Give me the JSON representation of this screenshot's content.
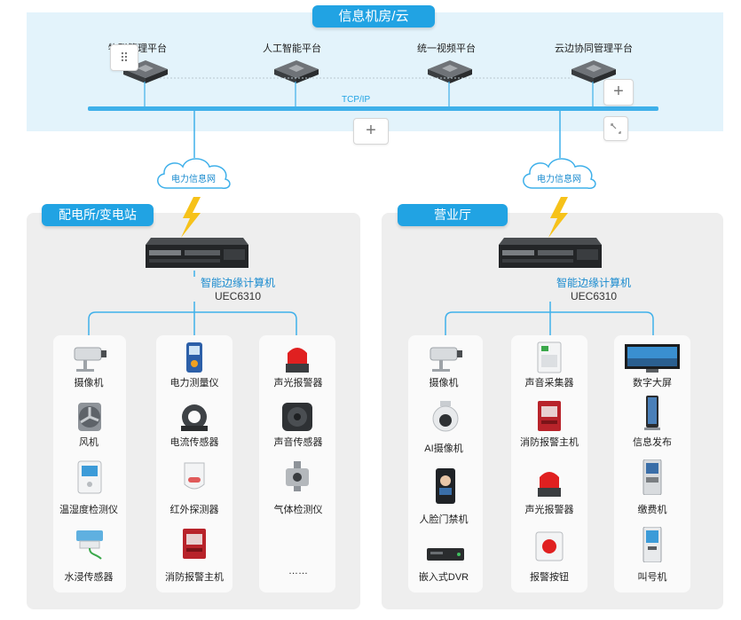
{
  "header": {
    "title": "信息机房/云"
  },
  "platforms": [
    {
      "label": "物联管理平台"
    },
    {
      "label": "人工智能平台"
    },
    {
      "label": "统一视频平台"
    },
    {
      "label": "云边协同管理平台"
    }
  ],
  "network": {
    "protocol": "TCP/IP",
    "cloud_left": "电力信息网",
    "cloud_right": "电力信息网"
  },
  "sections": {
    "left": {
      "title": "配电所/变电站",
      "edge_name": "智能边缘计算机",
      "edge_model": "UEC6310",
      "columns": [
        [
          "摄像机",
          "风机",
          "温湿度检测仪",
          "水浸传感器"
        ],
        [
          "电力测量仪",
          "电流传感器",
          "红外探测器",
          "消防报警主机"
        ],
        [
          "声光报警器",
          "声音传感器",
          "气体检测仪",
          "……"
        ]
      ]
    },
    "right": {
      "title": "营业厅",
      "edge_name": "智能边缘计算机",
      "edge_model": "UEC6310",
      "columns": [
        [
          "摄像机",
          "AI摄像机",
          "人脸门禁机",
          "嵌入式DVR"
        ],
        [
          "声音采集器",
          "消防报警主机",
          "声光报警器",
          "报警按钮"
        ],
        [
          "数字大屏",
          "信息发布",
          "缴费机",
          "叫号机"
        ]
      ]
    }
  },
  "toolbar": {
    "add_symbol": "+",
    "drag_symbol": "⠿"
  },
  "colors": {
    "accent": "#21a3e3",
    "line": "#3fb0ea",
    "band": "#e3f3fb",
    "panel": "#eeeeee",
    "bolt": "#f6c21a"
  }
}
